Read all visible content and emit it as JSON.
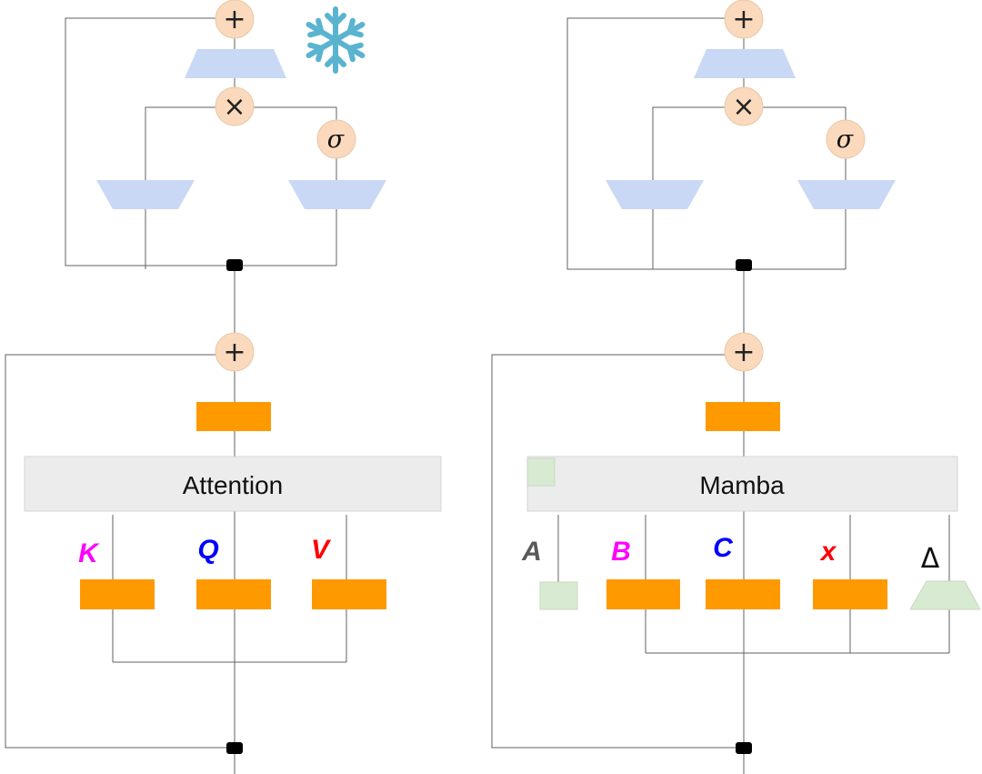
{
  "left": {
    "block_label": "Attention",
    "inputs": [
      {
        "label": "K",
        "color": "#ff00ff"
      },
      {
        "label": "Q",
        "color": "#0000ff"
      },
      {
        "label": "V",
        "color": "#ff0000"
      }
    ]
  },
  "right": {
    "block_label": "Mamba",
    "inputs": [
      {
        "label": "A",
        "color": "#595959"
      },
      {
        "label": "B",
        "color": "#ff00ff"
      },
      {
        "label": "C",
        "color": "#0000ff"
      },
      {
        "label": "x",
        "color": "#ff0000"
      },
      {
        "label": "Δ",
        "color": "#111111"
      }
    ]
  },
  "operators": {
    "add": "+",
    "multiply": "×",
    "sigmoid": "σ"
  },
  "colors": {
    "projection": "#ff9900",
    "trapezoid": "#c8d8f5",
    "operator": "#fad9bc",
    "frozen_icon": "#5ab4cf",
    "ssm_param": "#d9ead3"
  },
  "icons": {
    "frozen": "snowflake-icon"
  }
}
